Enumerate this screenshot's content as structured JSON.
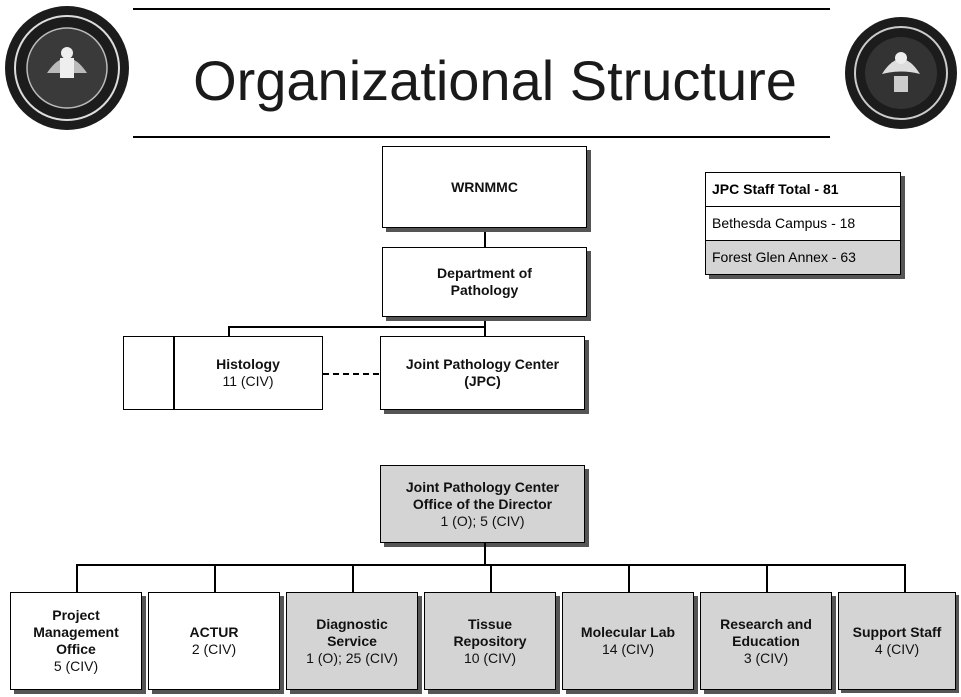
{
  "title": "Organizational Structure",
  "seals": {
    "left_seal": "Department of Defense seal",
    "right_seal": "Defense Health Agency seal"
  },
  "staff_box": {
    "heading": "JPC Staff Total - 81",
    "row1": "Bethesda Campus - 18",
    "row2": "Forest Glen Annex - 63"
  },
  "top": {
    "wrnmmc": "WRNMMC",
    "dept_line1": "Department of",
    "dept_line2": "Pathology",
    "histology_name": "Histology",
    "histology_count": "11 (CIV)",
    "jpc_line1": "Joint Pathology Center",
    "jpc_line2": "(JPC)"
  },
  "director": {
    "line1": "Joint Pathology Center",
    "line2": "Office of the Director",
    "count": "1 (O); 5 (CIV)"
  },
  "units": [
    {
      "line1": "Project",
      "line2": "Management",
      "line3": "Office",
      "count": "5 (CIV)"
    },
    {
      "line1": "ACTUR",
      "line2": "",
      "line3": "",
      "count": "2 (CIV)"
    },
    {
      "line1": "Diagnostic",
      "line2": "Service",
      "line3": "",
      "count": "1 (O); 25 (CIV)"
    },
    {
      "line1": "Tissue",
      "line2": "Repository",
      "line3": "",
      "count": "10 (CIV)"
    },
    {
      "line1": "Molecular Lab",
      "line2": "",
      "line3": "",
      "count": "14 (CIV)"
    },
    {
      "line1": "Research and",
      "line2": "Education",
      "line3": "",
      "count": "3 (CIV)"
    },
    {
      "line1": "Support Staff",
      "line2": "",
      "line3": "",
      "count": "4 (CIV)"
    }
  ]
}
